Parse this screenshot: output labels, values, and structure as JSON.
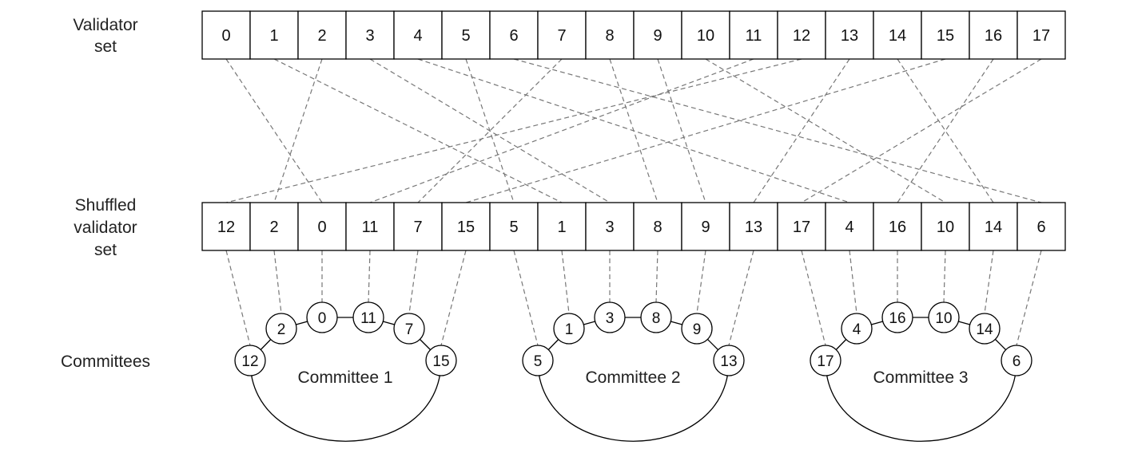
{
  "labels": {
    "validator_set": [
      "Validator",
      "set"
    ],
    "shuffled_set": [
      "Shuffled",
      "validator",
      "set"
    ],
    "committees": "Committees"
  },
  "validator_set": [
    "0",
    "1",
    "2",
    "3",
    "4",
    "5",
    "6",
    "7",
    "8",
    "9",
    "10",
    "11",
    "12",
    "13",
    "14",
    "15",
    "16",
    "17"
  ],
  "shuffled_set": [
    "12",
    "2",
    "0",
    "11",
    "7",
    "15",
    "5",
    "1",
    "3",
    "8",
    "9",
    "13",
    "17",
    "4",
    "16",
    "10",
    "14",
    "6"
  ],
  "committees": [
    {
      "name": "Committee 1",
      "members": [
        "12",
        "2",
        "0",
        "11",
        "7",
        "15"
      ]
    },
    {
      "name": "Committee 2",
      "members": [
        "5",
        "1",
        "3",
        "8",
        "9",
        "13"
      ]
    },
    {
      "name": "Committee 3",
      "members": [
        "17",
        "4",
        "16",
        "10",
        "14",
        "6"
      ]
    }
  ],
  "colors": {
    "stroke": "#000000",
    "dash": "#777777",
    "text": "#111111"
  }
}
